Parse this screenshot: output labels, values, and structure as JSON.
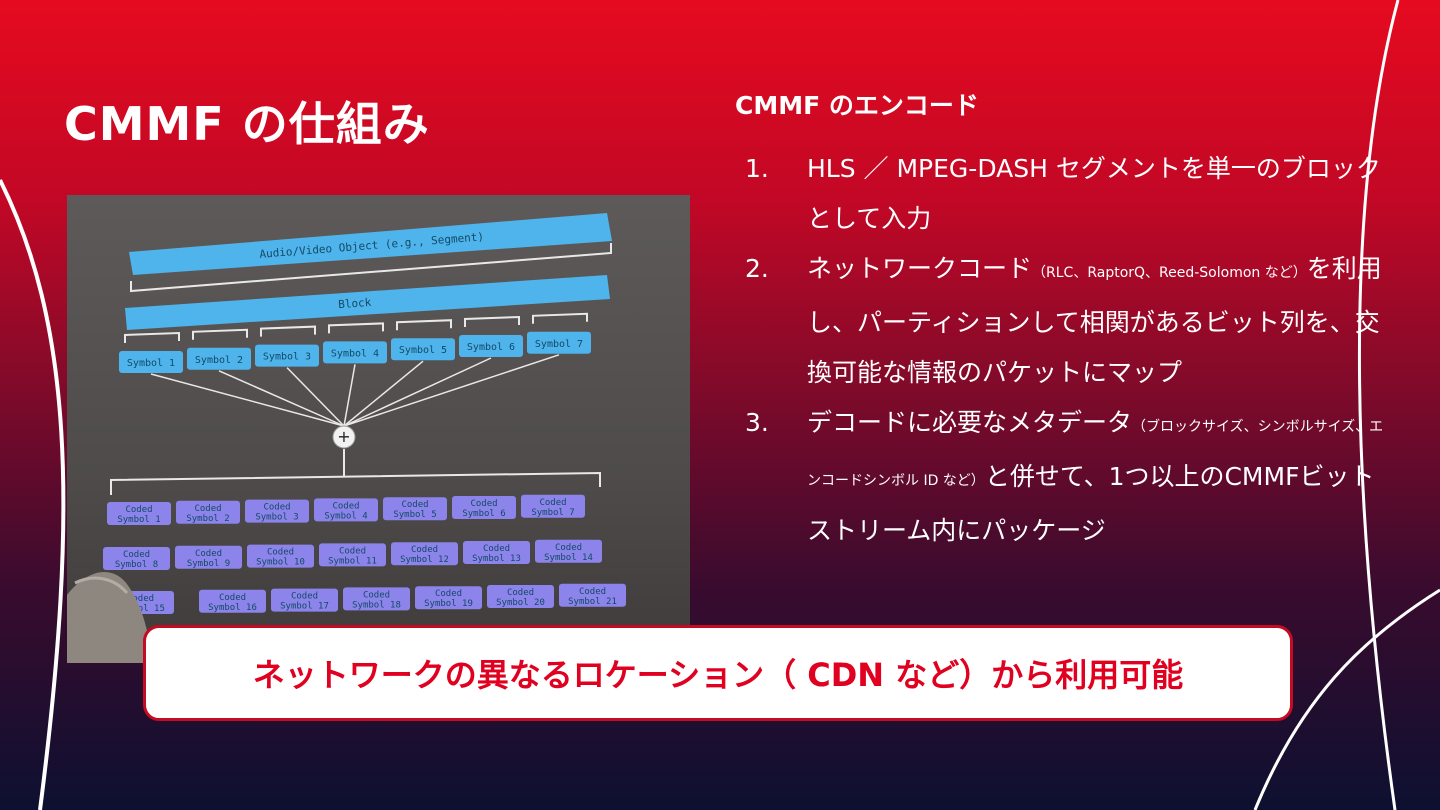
{
  "slide": {
    "title": "CMMF の仕組み",
    "subtitle": "CMMF のエンコード",
    "steps": [
      {
        "num": "1.",
        "parts": [
          "HLS ／ MPEG-DASH セグメントを単一のブロックとして入力"
        ]
      },
      {
        "num": "2.",
        "parts": [
          "ネットワークコード",
          "（RLC、RaptorQ、Reed-Solomon など）",
          "を利用し、パーティションして相関があるビット列を、交換可能な情報のパケットにマップ"
        ]
      },
      {
        "num": "3.",
        "parts": [
          "デコードに必要なメタデータ",
          "（ブロックサイズ、シンボルサイズ、エンコードシンボル ID など）",
          "と併せて、1つ以上のCMMFビットストリーム内にパッケージ"
        ]
      }
    ],
    "banner": "ネットワークの異なるロケーション（ CDN など）から利用可能"
  },
  "photo": {
    "object_label": "Audio/Video Object (e.g., Segment)",
    "block_label": "Block",
    "plus": "+",
    "symbols": [
      "Symbol 1",
      "Symbol 2",
      "Symbol 3",
      "Symbol 4",
      "Symbol 5",
      "Symbol 6",
      "Symbol 7"
    ],
    "coded_word": "Coded",
    "coded_rows": [
      [
        "Symbol 1",
        "Symbol 2",
        "Symbol 3",
        "Symbol 4",
        "Symbol 5",
        "Symbol 6",
        "Symbol 7"
      ],
      [
        "Symbol 8",
        "Symbol 9",
        "Symbol 10",
        "Symbol 11",
        "Symbol 12",
        "Symbol 13",
        "Symbol 14"
      ],
      [
        "Symbol 15",
        "Symbol 16",
        "Symbol 17",
        "Symbol 18",
        "Symbol 19",
        "Symbol 20",
        "Symbol 21"
      ]
    ]
  },
  "colors": {
    "accent_red": "#e0001f",
    "symbol_blue": "#4fb4ec",
    "coded_violet": "#8c84ea"
  }
}
